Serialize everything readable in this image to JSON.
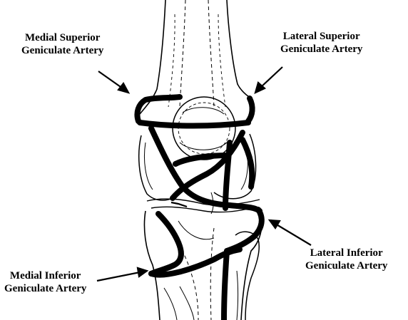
{
  "labels": {
    "medial_superior": {
      "line1": "Medial Superior",
      "line2": "Geniculate Artery"
    },
    "lateral_superior": {
      "line1": "Lateral Superior",
      "line2": "Geniculate Artery"
    },
    "lateral_inferior": {
      "line1": "Lateral Inferior",
      "line2": "Geniculate Artery"
    },
    "medial_inferior": {
      "line1": "Medial Inferior",
      "line2": "Geniculate Artery"
    }
  },
  "colors": {
    "ink": "#000000",
    "background": "#ffffff"
  }
}
